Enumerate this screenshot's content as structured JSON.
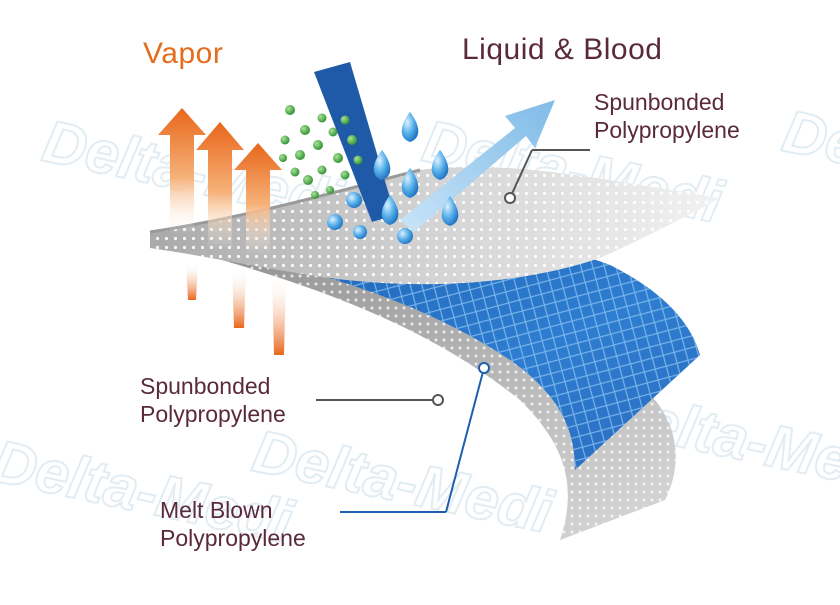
{
  "labels": {
    "vapor": "Vapor",
    "liquid_blood": "Liquid & Blood",
    "top_layer": [
      "Spunbonded",
      "Polypropylene"
    ],
    "middle_layer": [
      "Spunbonded",
      "Polypropylene"
    ],
    "bottom_layer": [
      "Melt Blown",
      "Polypropylene"
    ]
  },
  "watermark": "Delta-Medi",
  "colors": {
    "vapor_orange": "#e46c1c",
    "label_text": "#5a2a3a",
    "blue_layer": "#1f6ec0",
    "grey_layer": "#b8b8b8",
    "droplet_blue": "#4aa8e6",
    "particle_green": "#3ba63b",
    "arrow_light_blue": "#9ecdf0"
  }
}
